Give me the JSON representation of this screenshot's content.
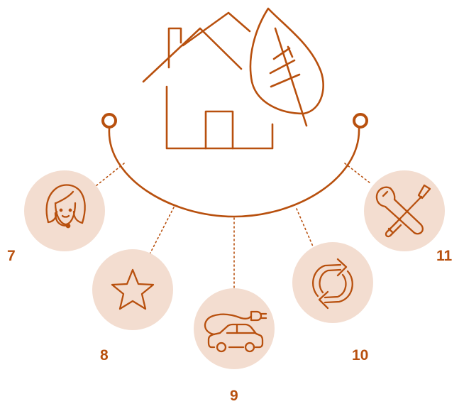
{
  "colors": {
    "accent": "#b8500e",
    "circle_fill": "#f3ddd0",
    "background": "#ffffff"
  },
  "hub": {
    "house_icon": "house-icon",
    "leaf_icon": "leaf-icon"
  },
  "nodes": [
    {
      "label": "7",
      "icon": "customer-support-headset-icon"
    },
    {
      "label": "8",
      "icon": "star-icon"
    },
    {
      "label": "9",
      "icon": "electric-car-charging-icon"
    },
    {
      "label": "10",
      "icon": "refresh-cycle-icon"
    },
    {
      "label": "11",
      "icon": "wrench-screwdriver-tools-icon"
    }
  ]
}
